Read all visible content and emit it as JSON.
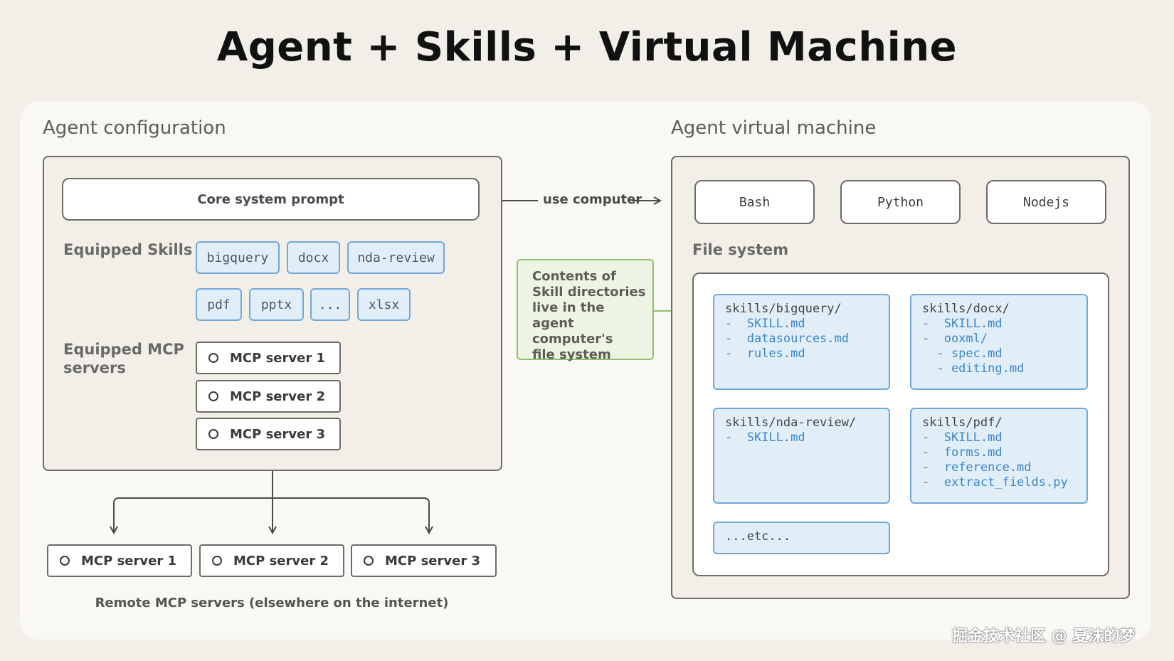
{
  "title": "Agent + Skills + Virtual Machine",
  "agent_config": {
    "heading": "Agent configuration",
    "core_prompt": "Core system prompt",
    "skills_label": "Equipped Skills",
    "skills": [
      "bigquery",
      "docx",
      "nda-review",
      "pdf",
      "pptx",
      "...",
      "xlsx"
    ],
    "mcp_label": "Equipped MCP servers",
    "mcp_servers": [
      "MCP server 1",
      "MCP server 2",
      "MCP server 3"
    ]
  },
  "connector": {
    "label": "use computer"
  },
  "note": {
    "lines": [
      "Contents of",
      "Skill directories",
      "live in the",
      "agent computer's",
      "file system"
    ]
  },
  "remote": {
    "servers": [
      "MCP server 1",
      "MCP server 2",
      "MCP server 3"
    ],
    "caption": "Remote MCP servers (elsewhere on the internet)"
  },
  "vm": {
    "heading": "Agent virtual machine",
    "runtimes": [
      "Bash",
      "Python",
      "Nodejs"
    ],
    "fs_label": "File system",
    "dirs": [
      {
        "head": "skills/bigquery/",
        "items": [
          "-  SKILL.md",
          "-  datasources.md",
          "-  rules.md"
        ]
      },
      {
        "head": "skills/docx/",
        "items": [
          "-  SKILL.md",
          "-  ooxml/",
          "  - spec.md",
          "  - editing.md"
        ]
      },
      {
        "head": "skills/nda-review/",
        "items": [
          "-  SKILL.md"
        ]
      },
      {
        "head": "skills/pdf/",
        "items": [
          "-  SKILL.md",
          "-  forms.md",
          "-  reference.md",
          "-  extract_fields.py"
        ]
      }
    ],
    "etc": "...etc..."
  },
  "watermark": "掘金技术社区 @ 夏沫的梦",
  "colors": {
    "background": "#F1EFE8",
    "skill_fill": "#E1EEF8",
    "skill_border": "#6FA8D9",
    "file_text": "#3A86C7",
    "note_fill": "#EEF4E3",
    "note_border": "#8DC06A"
  }
}
